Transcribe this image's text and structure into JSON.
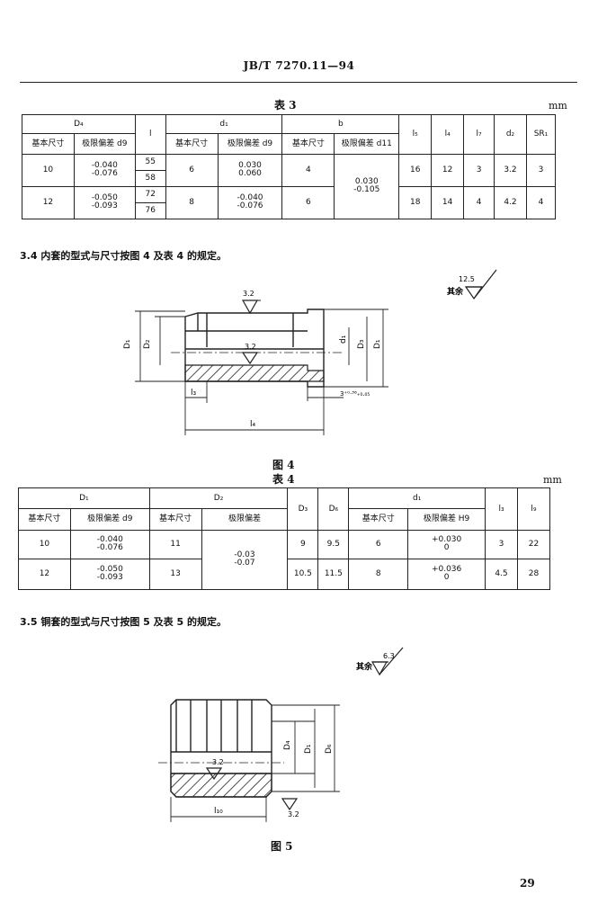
{
  "header": {
    "standard": "JB/T 7270.11—94"
  },
  "table3": {
    "caption": "表 3",
    "unit": "mm",
    "head": {
      "D": "D₄",
      "l": "l",
      "d": "d₁",
      "b": "b",
      "basic": "基本尺寸",
      "dev_d9": "极限偏差 d9",
      "dev_d11": "极限偏差 d11",
      "l5": "l₅",
      "l4": "l₄",
      "l7": "l₇",
      "d2": "d₂",
      "sr": "SR₁"
    },
    "rows": [
      {
        "D": "10",
        "D_dev": [
          "-0.040",
          "-0.076"
        ],
        "l": [
          "55",
          "58"
        ],
        "d": "6",
        "d_dev": [
          "0.030",
          "0.060"
        ],
        "b": "4",
        "l5": "16",
        "l4": "12",
        "l7": "3",
        "d2": "3.2",
        "sr": "3"
      },
      {
        "D": "12",
        "D_dev": [
          "-0.050",
          "-0.093"
        ],
        "l": [
          "72",
          "76"
        ],
        "d": "8",
        "d_dev": [
          "-0.040",
          "-0.076"
        ],
        "b": "6",
        "l5": "18",
        "l4": "14",
        "l7": "4",
        "d2": "4.2",
        "sr": "4"
      }
    ],
    "b_dev": [
      "0.030",
      "-0.105"
    ]
  },
  "sec34": {
    "text": "3.4  内套的型式与尺寸按图 4 及表 4 的规定。"
  },
  "fig4": {
    "caption": "图 4",
    "roughness_top": "3.2",
    "roughness_inner": "3.2",
    "roughness_rest": "12.5",
    "rest_label": "其余",
    "label_D": "D₁",
    "label_Dc": "D₂",
    "label_d": "d₁",
    "label_D3": "D₃",
    "label_D1": "D₁",
    "label_l3": "l₃",
    "label_l4": "l₄",
    "label_chamfer": "3⁺⁰·³⁶₊₀.₀₅"
  },
  "table4": {
    "caption": "表 4",
    "unit": "mm",
    "head": {
      "D1": "D₁",
      "D2": "D₂",
      "D3": "D₃",
      "D6": "D₆",
      "d1": "d₁",
      "basic": "基本尺寸",
      "dev_d9": "极限偏差   d9",
      "dev": "极限偏差",
      "dev_h9": "极限偏差   H9",
      "l3": "l₃",
      "l9": "l₉"
    },
    "rows": [
      {
        "D1": "10",
        "D1_dev": [
          "-0.040",
          "-0.076"
        ],
        "D2": "11",
        "D3": "9",
        "D6": "9.5",
        "d1": "6",
        "d1_dev": [
          "+0.030",
          "0"
        ],
        "l3": "3",
        "l9": "22"
      },
      {
        "D1": "12",
        "D1_dev": [
          "-0.050",
          "-0.093"
        ],
        "D2": "13",
        "D3": "10.5",
        "D6": "11.5",
        "d1": "8",
        "d1_dev": [
          "+0.036",
          "0"
        ],
        "l3": "4.5",
        "l9": "28"
      }
    ],
    "D2_dev": [
      "-0.03",
      "-0.07"
    ]
  },
  "sec35": {
    "text": "3.5  铜套的型式与尺寸按图 5 及表 5 的规定。"
  },
  "fig5": {
    "caption": "图 5",
    "rest_label": "其余",
    "roughness_rest": "6.3",
    "roughness_inner": "3.2",
    "roughness_bottom": "3.2",
    "label_D4": "D₄",
    "label_D1": "D₁",
    "label_D6": "D₆",
    "label_L": "l₁₀"
  },
  "footer": {
    "page": "29"
  }
}
